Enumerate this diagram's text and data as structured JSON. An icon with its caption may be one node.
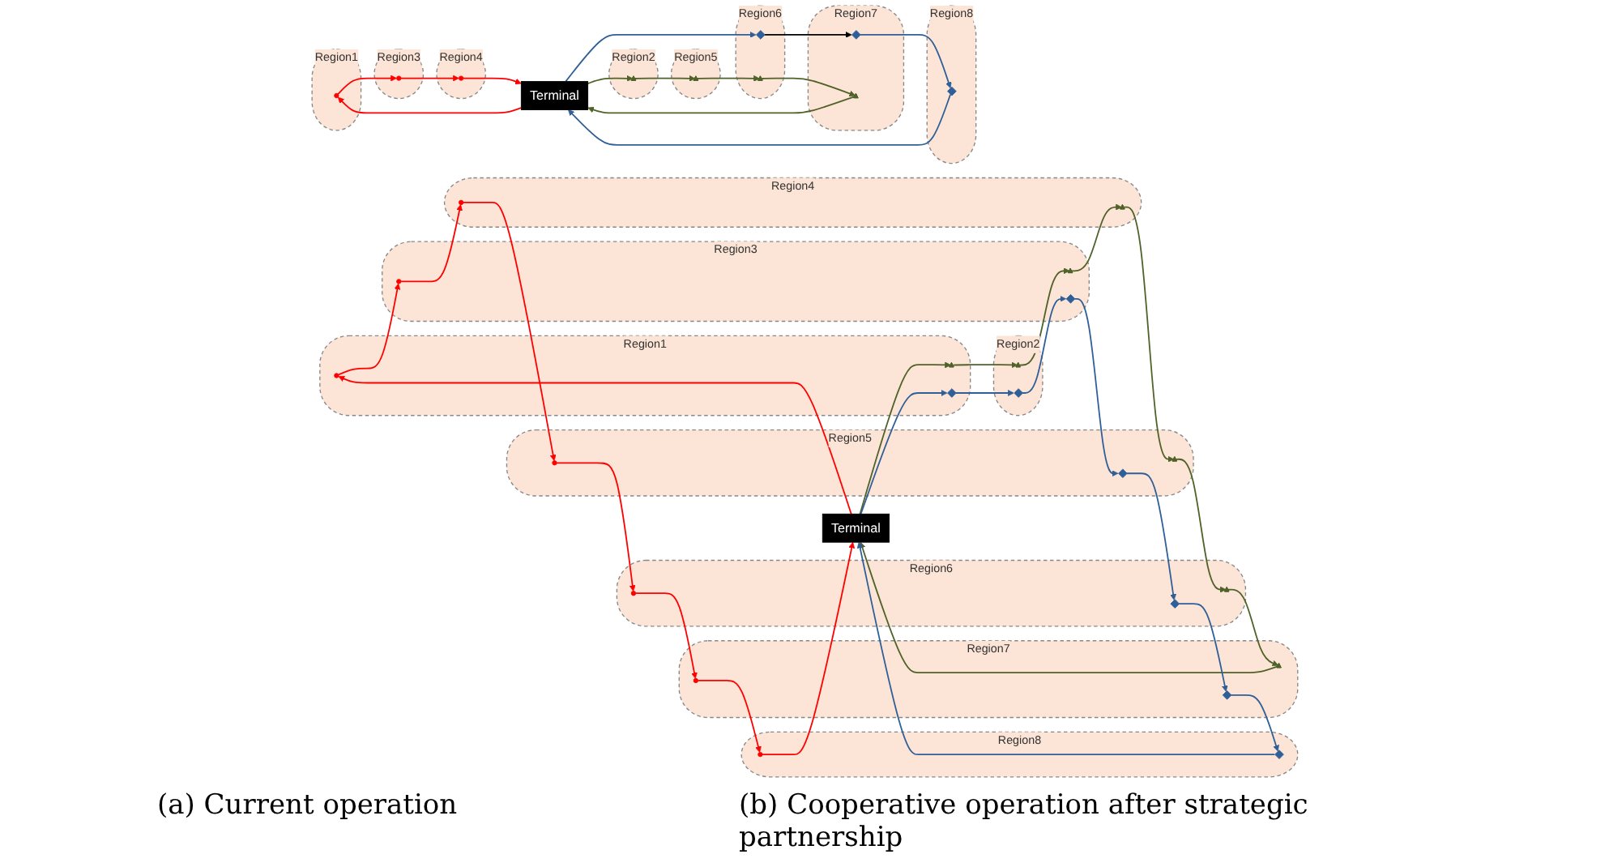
{
  "diagram": {
    "nodes": [
      {
        "text": [
          "Region1"
        ]
      },
      {
        "text": [],
        "shape": "circle",
        "in": 0
      },
      {
        "text": [],
        "shape": "triangle",
        "in": 0
      },
      {
        "text": [],
        "shape": "diamond",
        "in": 0
      },
      {
        "text": [
          "Terminal"
        ]
      },
      {
        "text": [
          "Region2"
        ]
      },
      {
        "text": [],
        "shape": "triangle",
        "in": 5
      },
      {
        "text": [],
        "shape": "diamond",
        "in": 5
      },
      {
        "text": [
          "Region3"
        ]
      },
      {
        "text": [],
        "shape": "circle",
        "in": 8
      },
      {
        "text": [],
        "shape": "triangle",
        "in": 8
      },
      {
        "text": [],
        "shape": "diamond",
        "in": 8
      },
      {
        "text": [
          "Region8"
        ]
      },
      {
        "text": [],
        "shape": "diamond",
        "in": 12
      },
      {
        "text": [],
        "shape": "circle",
        "in": 12
      },
      {
        "text": [
          "Region4"
        ]
      },
      {
        "text": [],
        "shape": "circle",
        "in": 15
      },
      {
        "text": [],
        "shape": "triangle",
        "in": 15
      },
      {
        "text": [
          "Region7"
        ]
      },
      {
        "text": [],
        "shape": "diamond",
        "in": 18
      },
      {
        "text": [],
        "shape": "triangle",
        "in": 18
      },
      {
        "text": [],
        "shape": "circle",
        "in": 18
      },
      {
        "text": [
          "Region5"
        ]
      },
      {
        "text": [],
        "shape": "circle",
        "in": 22
      },
      {
        "text": [],
        "shape": "triangle",
        "in": 22
      },
      {
        "text": [],
        "shape": "diamond",
        "in": 22
      },
      {
        "text": [
          "Region6"
        ]
      },
      {
        "text": [],
        "shape": "diamond",
        "in": 26
      },
      {
        "text": [],
        "shape": "triangle",
        "in": 26
      },
      {
        "text": [],
        "shape": "circle",
        "in": 26
      },
      {
        "text": [
          "Region1"
        ]
      },
      {
        "text": [],
        "shape": "circle",
        "in": 30
      },
      {
        "text": [
          "Terminal"
        ]
      },
      {
        "text": [
          "Region2"
        ]
      },
      {
        "text": [],
        "shape": "triangle",
        "in": 33
      },
      {
        "text": [
          "Region3"
        ]
      },
      {
        "text": [],
        "shape": "circle",
        "in": 35
      },
      {
        "text": [
          "Region8"
        ]
      },
      {
        "text": [],
        "shape": "diamond",
        "in": 37
      },
      {
        "text": [
          "Region4"
        ]
      },
      {
        "text": [],
        "shape": "circle",
        "in": 39
      },
      {
        "text": [
          "Region7"
        ]
      },
      {
        "text": [],
        "shape": "diamond",
        "in": 41
      },
      {
        "text": [],
        "shape": "triangle",
        "in": 41
      },
      {
        "text": [
          "Region5"
        ]
      },
      {
        "text": [],
        "shape": "triangle",
        "in": 44
      },
      {
        "text": [
          "Region6"
        ]
      },
      {
        "text": [],
        "shape": "diamond",
        "in": 46
      },
      {
        "text": [],
        "shape": "triangle",
        "in": 46
      }
    ],
    "edges": [
      {
        "from": 4,
        "to": 1,
        "arrow": "to",
        "color": "#ff0000"
      },
      {
        "from": 1,
        "to": 9,
        "arrow": "to",
        "color": "#ff0000"
      },
      {
        "from": 9,
        "to": 16,
        "arrow": "to",
        "color": "#ff0000"
      },
      {
        "from": 16,
        "to": 23,
        "arrow": "to",
        "color": "#ff0000"
      },
      {
        "from": 23,
        "to": 29,
        "arrow": "to",
        "color": "#ff0000"
      },
      {
        "from": 29,
        "to": 21,
        "arrow": "to",
        "color": "#ff0000"
      },
      {
        "from": 21,
        "to": 14,
        "arrow": "to",
        "color": "#ff0000"
      },
      {
        "from": 14,
        "to": 4,
        "arrow": "to",
        "color": "#ff0000"
      },
      {
        "from": 4,
        "to": 2,
        "arrow": "to",
        "color": "#4f6228"
      },
      {
        "from": 2,
        "to": 6,
        "arrow": "to",
        "color": "#4f6228"
      },
      {
        "from": 6,
        "to": 10,
        "arrow": "to",
        "color": "#4f6228"
      },
      {
        "from": 10,
        "to": 17,
        "arrow": "to",
        "color": "#4f6228"
      },
      {
        "from": 17,
        "to": 24,
        "arrow": "to",
        "color": "#4f6228"
      },
      {
        "from": 24,
        "to": 28,
        "arrow": "to",
        "color": "#4f6228"
      },
      {
        "from": 28,
        "to": 20,
        "arrow": "to",
        "color": "#4f6228"
      },
      {
        "from": 20,
        "to": 4,
        "arrow": "to",
        "color": "#4f6228"
      },
      {
        "from": 4,
        "to": 3,
        "arrow": "to",
        "color": "#2f5f98"
      },
      {
        "from": 3,
        "to": 7,
        "arrow": "to",
        "color": "#2f5f98"
      },
      {
        "from": 7,
        "to": 11,
        "arrow": "to",
        "color": "#2f5f98"
      },
      {
        "from": 11,
        "to": 25,
        "arrow": "to",
        "color": "#2f5f98"
      },
      {
        "from": 25,
        "to": 27,
        "arrow": "to",
        "color": "#2f5f98"
      },
      {
        "from": 27,
        "to": 19,
        "arrow": "to",
        "color": "#2f5f98"
      },
      {
        "from": 19,
        "to": 13,
        "arrow": "to",
        "color": "#2f5f98"
      },
      {
        "from": 13,
        "to": 4,
        "arrow": "to",
        "color": "#2f5f98"
      },
      {
        "from": 32,
        "to": 31,
        "arrow": "to",
        "color": "#ff0000"
      },
      {
        "from": 31,
        "to": 36,
        "arrow": "to",
        "color": "#ff0000"
      },
      {
        "from": 36,
        "to": 40,
        "arrow": "to",
        "color": "#ff0000"
      },
      {
        "from": 40,
        "to": 32,
        "arrow": "to",
        "color": "#ff0000"
      },
      {
        "from": 32,
        "to": 34,
        "arrow": "to",
        "color": "#4f6228"
      },
      {
        "from": 34,
        "to": 45,
        "arrow": "to",
        "color": "#4f6228"
      },
      {
        "from": 45,
        "to": 48,
        "arrow": "to",
        "color": "#4f6228"
      },
      {
        "from": 48,
        "to": 43,
        "arrow": "to",
        "color": "#4f6228"
      },
      {
        "from": 43,
        "to": 32,
        "arrow": "to",
        "color": "#4f6228"
      },
      {
        "from": 32,
        "to": 47,
        "arrow": "to",
        "color": "#2f5f98"
      },
      {
        "from": 47,
        "to": 42,
        "arrow": "to",
        "color": "#000000"
      },
      {
        "from": 42,
        "to": 38,
        "arrow": "to",
        "color": "#2f5f98"
      },
      {
        "from": 38,
        "to": 32,
        "arrow": "to",
        "color": "#2f5f98"
      }
    ],
    "labels": [
      "(a) Current operation",
      "(b) Cooperative operation after strategic partnership"
    ]
  }
}
